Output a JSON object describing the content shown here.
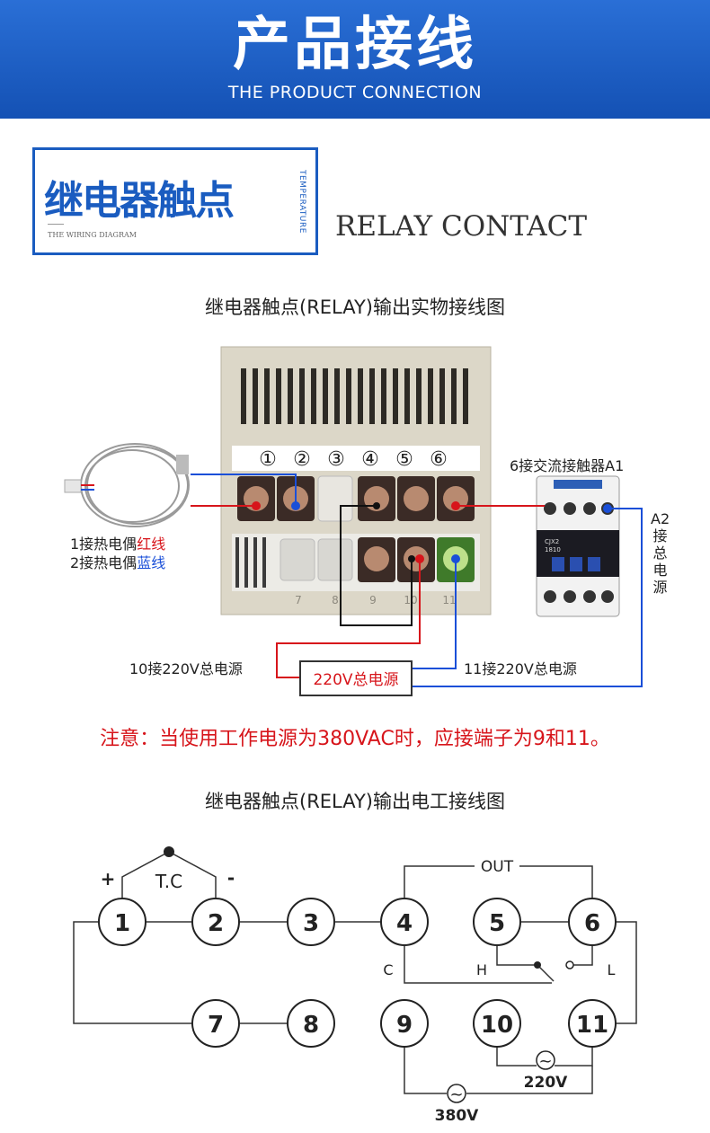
{
  "header": {
    "title": "产品接线",
    "subtitle": "THE PRODUCT CONNECTION"
  },
  "section": {
    "title_cn": "继电器触点",
    "small_caption": "THE WIRING DIAGRAM",
    "vertical_text": "TEMPERATURE",
    "title_en": "RELAY CONTACT"
  },
  "physical_diagram": {
    "caption": "继电器触点(RELAY)输出实物接线图",
    "terminal_numbers": [
      "①",
      "②",
      "③",
      "④",
      "⑤",
      "⑥"
    ],
    "lower_terminal_marks": [
      "7",
      "8",
      "9",
      "10",
      "11"
    ],
    "contactor_label": "6接交流接触器A1",
    "contactor_model": "CJX2",
    "contactor_model_code": "1810",
    "contactor_side_label": [
      "A2",
      "接",
      "总",
      "电",
      "源"
    ],
    "thermocouple_red": {
      "prefix": "1接热电偶",
      "colored": "红线"
    },
    "thermocouple_blue": {
      "prefix": "2接热电偶",
      "colored": "蓝线"
    },
    "power_left_label": "10接220V总电源",
    "power_right_label": "11接220V总电源",
    "power_box_label": "220V总电源",
    "colors": {
      "red_wire": "#d7151b",
      "blue_wire": "#1a4fd8",
      "black_wire": "#111111"
    }
  },
  "note": "注意：当使用工作电源为380VAC时，应接端子为9和11。",
  "schematic": {
    "caption": "继电器触点(RELAY)输出电工接线图",
    "top_terminals": [
      "1",
      "2",
      "3",
      "4",
      "5",
      "6"
    ],
    "bottom_terminals": [
      "7",
      "8",
      "9",
      "10",
      "11"
    ],
    "tc_label": "T.C",
    "plus_label": "+",
    "minus_label": "-",
    "out_label": "OUT",
    "c_label": "C",
    "h_label": "H",
    "l_label": "L",
    "ac_symbol": "~",
    "v220_label": "220V",
    "v380_label": "380V"
  }
}
